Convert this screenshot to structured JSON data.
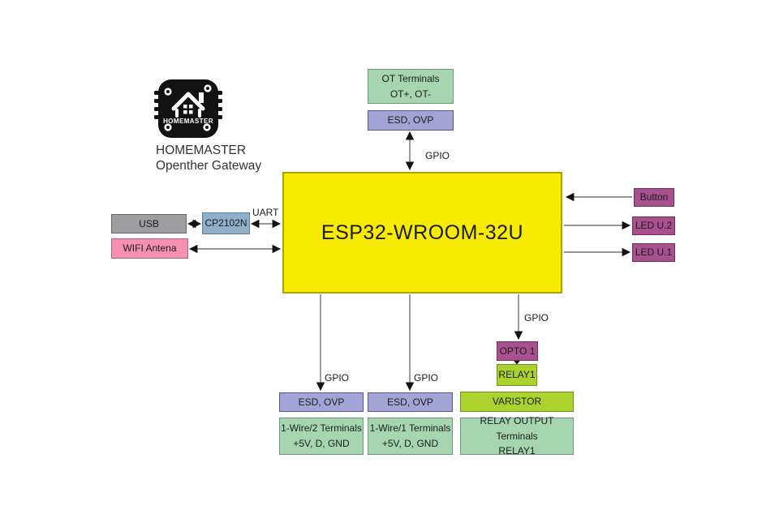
{
  "title": {
    "line1": "HOMEMASTER",
    "line2": "Openther Gateway"
  },
  "logo": {
    "badge_text": "HOMEMASTER"
  },
  "chip": {
    "label": "ESP32-WROOM-32U"
  },
  "bus_labels": {
    "gpio_ot": "GPIO",
    "uart": "UART",
    "gpio_w2": "GPIO",
    "gpio_w1": "GPIO",
    "gpio_relay": "GPIO"
  },
  "nodes": {
    "ot_terminals": {
      "line1": "OT Terminals",
      "line2": "OT+, OT-"
    },
    "esd_ovp_ot": {
      "label": "ESD, OVP"
    },
    "usb": {
      "label": "USB"
    },
    "cp2102n": {
      "label": "CP2102N"
    },
    "wifi_antenna": {
      "label": "WIFI Antena"
    },
    "button": {
      "label": "Button"
    },
    "led_u2": {
      "label": "LED U.2"
    },
    "led_u1": {
      "label": "LED U.1"
    },
    "esd_ovp_w2": {
      "label": "ESD, OVP"
    },
    "esd_ovp_w1": {
      "label": "ESD, OVP"
    },
    "w2_terminals": {
      "line1": "1-Wire/2 Terminals",
      "line2": "+5V, D, GND"
    },
    "w1_terminals": {
      "line1": "1-Wire/1 Terminals",
      "line2": "+5V, D, GND"
    },
    "opto1": {
      "label": "OPTO 1"
    },
    "relay1": {
      "label": "RELAY1"
    },
    "varistor": {
      "label": "VARISTOR"
    },
    "relay_output": {
      "line1": "RELAY OUTPUT Terminals",
      "line2": "RELAY1"
    }
  },
  "colors": {
    "chip_fill": "#f7ec00",
    "terminal_green": "#a5d6b0",
    "protection_purple": "#a3a3d5",
    "usb_gray": "#9e9ea0",
    "bridge_steel_blue": "#90afc8",
    "wifi_pink": "#f691b4",
    "io_magenta": "#a9518e",
    "relay_lime": "#abd32f",
    "wire_gray": "#757575",
    "text_dark": "#1b1b1b",
    "background": "#ffffff"
  }
}
